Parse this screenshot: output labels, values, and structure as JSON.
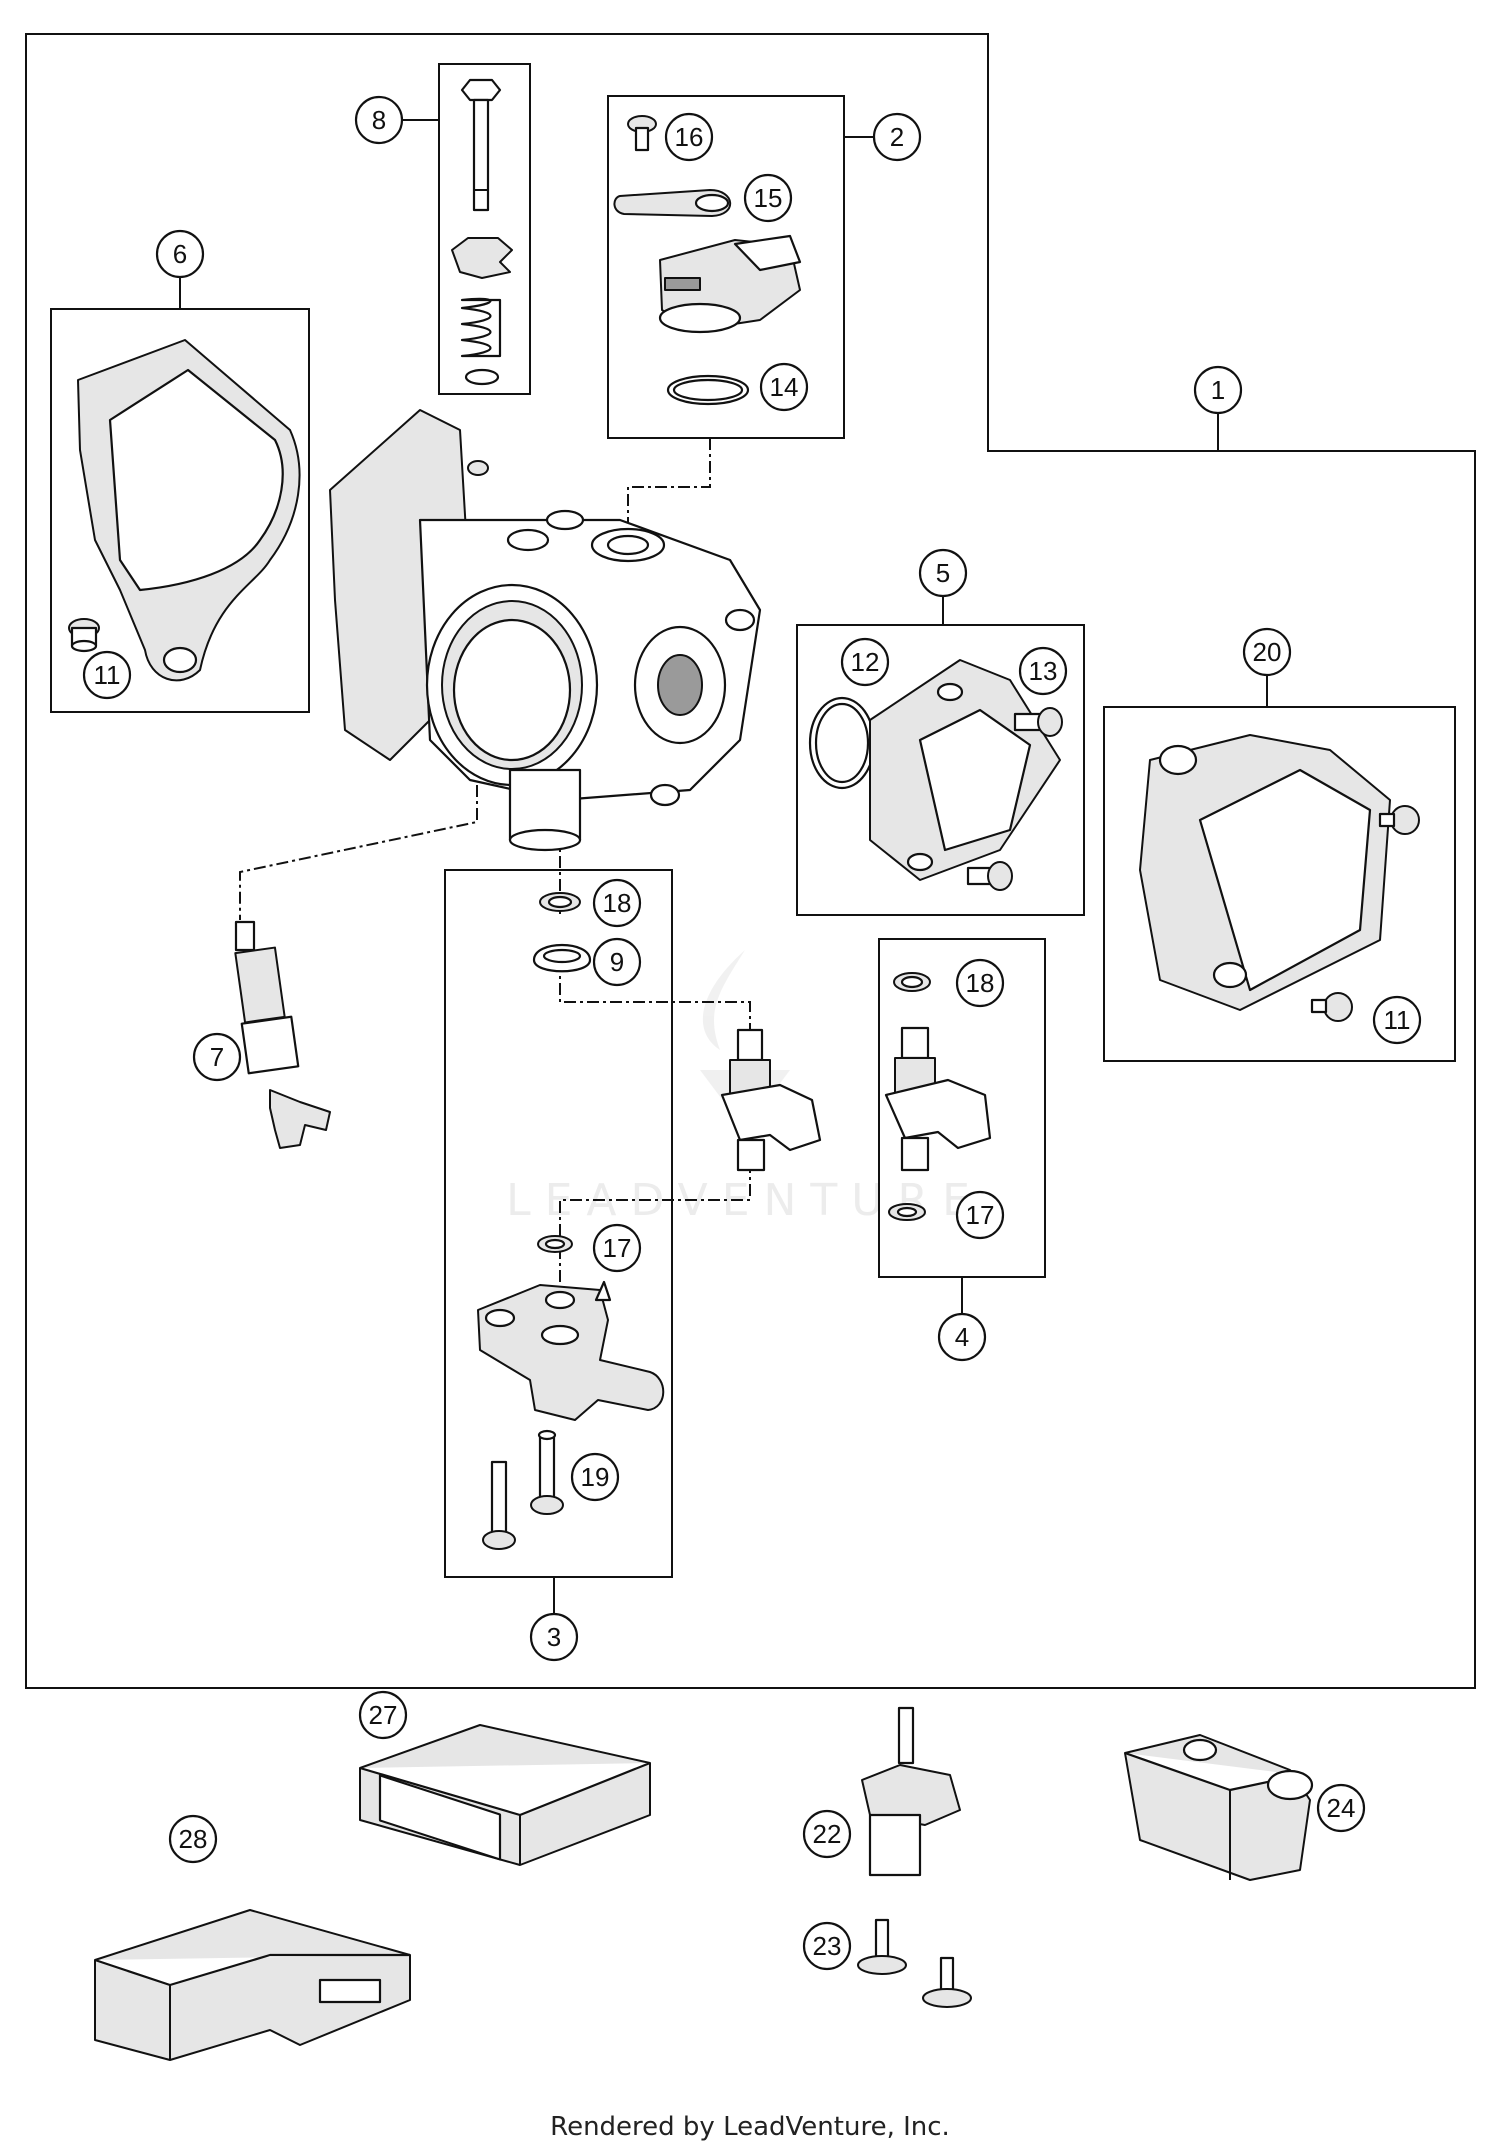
{
  "watermark": "LEADVENTURE",
  "footer": "Rendered by LeadVenture, Inc.",
  "callouts": [
    {
      "label": "1"
    },
    {
      "label": "2"
    },
    {
      "label": "3"
    },
    {
      "label": "4"
    },
    {
      "label": "5"
    },
    {
      "label": "6"
    },
    {
      "label": "7"
    },
    {
      "label": "8"
    },
    {
      "label": "9"
    },
    {
      "label": "11"
    },
    {
      "label": "11"
    },
    {
      "label": "12"
    },
    {
      "label": "13"
    },
    {
      "label": "14"
    },
    {
      "label": "15"
    },
    {
      "label": "16"
    },
    {
      "label": "17"
    },
    {
      "label": "17"
    },
    {
      "label": "18"
    },
    {
      "label": "18"
    },
    {
      "label": "19"
    },
    {
      "label": "20"
    },
    {
      "label": "22"
    },
    {
      "label": "23"
    },
    {
      "label": "24"
    },
    {
      "label": "27"
    },
    {
      "label": "28"
    }
  ]
}
